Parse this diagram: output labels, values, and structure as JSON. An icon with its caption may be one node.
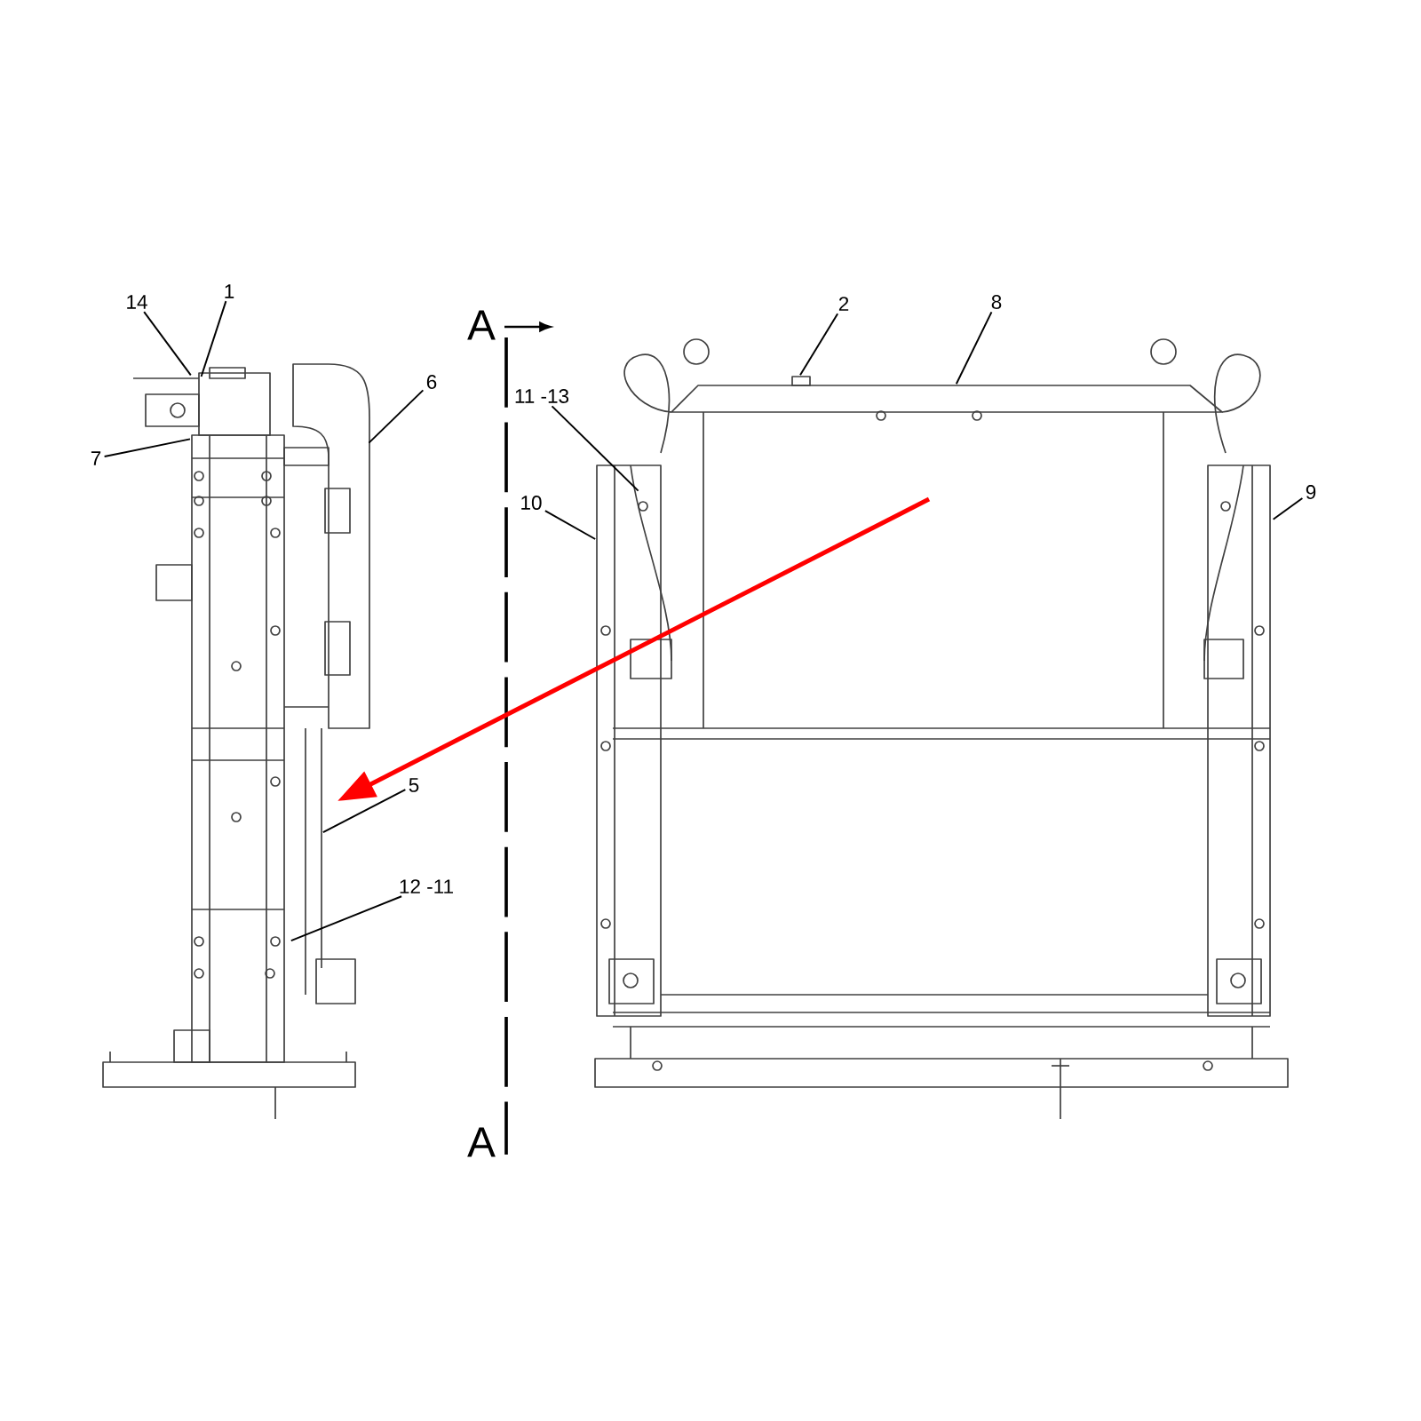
{
  "diagram": {
    "nodes": [
      {
        "text": [
          "14"
        ]
      },
      {
        "text": [
          "1"
        ]
      },
      {
        "text": [
          "6"
        ]
      },
      {
        "text": [
          "7"
        ]
      },
      {
        "text": [
          "2"
        ]
      },
      {
        "text": [
          "8"
        ]
      },
      {
        "text": [
          "11 -13"
        ]
      },
      {
        "text": [
          "10"
        ]
      },
      {
        "text": [
          "9"
        ]
      },
      {
        "text": [
          "5"
        ]
      },
      {
        "text": [
          "12 -11"
        ]
      },
      {
        "text": [],
        "shape": "picture"
      },
      {
        "text": [],
        "shape": "picture"
      }
    ],
    "edges": [
      {
        "from": 0,
        "to": 11,
        "arrow": "none"
      },
      {
        "from": 1,
        "to": 11,
        "arrow": "none"
      },
      {
        "from": 2,
        "to": 11,
        "arrow": "none"
      },
      {
        "from": 3,
        "to": 11,
        "arrow": "none"
      },
      {
        "from": 4,
        "to": 12,
        "arrow": "none"
      },
      {
        "from": 5,
        "to": 12,
        "arrow": "none"
      },
      {
        "from": 6,
        "to": 12,
        "arrow": "none"
      },
      {
        "from": 7,
        "to": 12,
        "arrow": "none"
      },
      {
        "from": 8,
        "to": 12,
        "arrow": "none"
      },
      {
        "from": 9,
        "to": 11,
        "arrow": "none"
      },
      {
        "from": 10,
        "to": 11,
        "arrow": "none"
      },
      {
        "from": 12,
        "to": 11,
        "arrow": "to",
        "style": "thick",
        "color": "#ff0000"
      }
    ],
    "labels": [
      "A",
      "A"
    ]
  }
}
